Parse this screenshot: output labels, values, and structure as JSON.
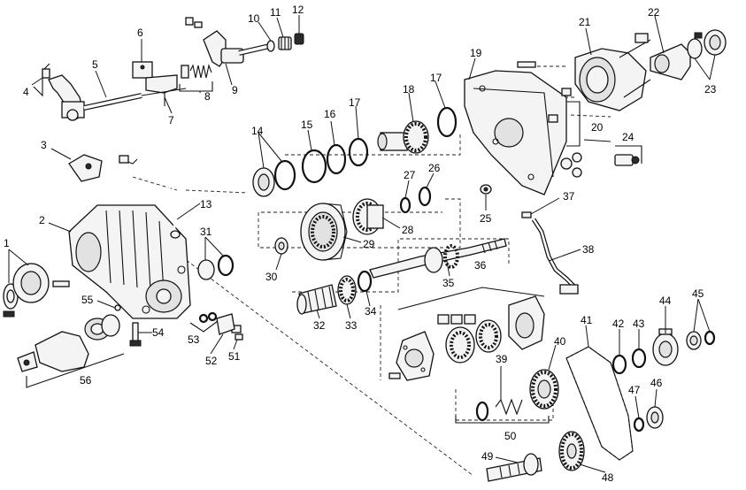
{
  "callouts": [
    {
      "n": "1"
    },
    {
      "n": "2"
    },
    {
      "n": "3"
    },
    {
      "n": "4"
    },
    {
      "n": "5"
    },
    {
      "n": "6"
    },
    {
      "n": "7"
    },
    {
      "n": "8"
    },
    {
      "n": "9"
    },
    {
      "n": "10"
    },
    {
      "n": "11"
    },
    {
      "n": "12"
    },
    {
      "n": "13"
    },
    {
      "n": "14"
    },
    {
      "n": "15"
    },
    {
      "n": "16"
    },
    {
      "n": "17"
    },
    {
      "n": "18"
    },
    {
      "n": "19"
    },
    {
      "n": "20"
    },
    {
      "n": "21"
    },
    {
      "n": "22"
    },
    {
      "n": "23"
    },
    {
      "n": "24"
    },
    {
      "n": "25"
    },
    {
      "n": "26"
    },
    {
      "n": "27"
    },
    {
      "n": "28"
    },
    {
      "n": "29"
    },
    {
      "n": "30"
    },
    {
      "n": "31"
    },
    {
      "n": "32"
    },
    {
      "n": "33"
    },
    {
      "n": "34"
    },
    {
      "n": "35"
    },
    {
      "n": "36"
    },
    {
      "n": "37"
    },
    {
      "n": "38"
    },
    {
      "n": "39"
    },
    {
      "n": "40"
    },
    {
      "n": "41"
    },
    {
      "n": "42"
    },
    {
      "n": "43"
    },
    {
      "n": "44"
    },
    {
      "n": "45"
    },
    {
      "n": "46"
    },
    {
      "n": "47"
    },
    {
      "n": "48"
    },
    {
      "n": "49"
    },
    {
      "n": "50"
    },
    {
      "n": "51"
    },
    {
      "n": "52"
    },
    {
      "n": "53"
    },
    {
      "n": "54"
    },
    {
      "n": "55"
    },
    {
      "n": "56"
    }
  ],
  "colors": {
    "line": "#111111",
    "background": "#ffffff"
  }
}
